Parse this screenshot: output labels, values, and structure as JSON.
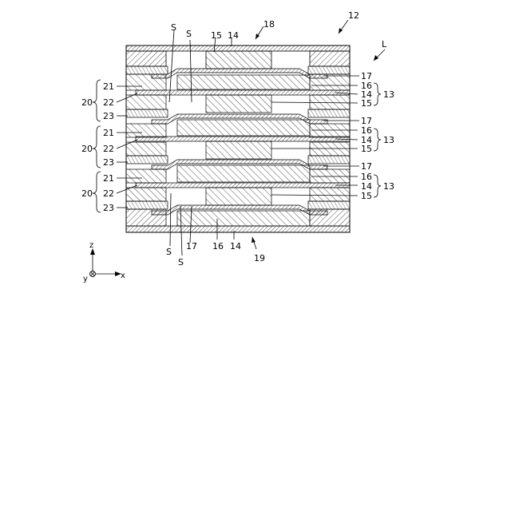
{
  "figure": {
    "stack_ref": "12",
    "light_ref": "L",
    "top_ref": "18",
    "bottom_ref": "19",
    "space_ref": "S",
    "layer_refs": {
      "r13": "13",
      "r14": "14",
      "r15": "15",
      "r16": "16",
      "r17": "17",
      "r20": "20",
      "r21": "21",
      "r22": "22",
      "r23": "23"
    },
    "axes": {
      "z": "z",
      "y": "y",
      "x": "x"
    }
  }
}
